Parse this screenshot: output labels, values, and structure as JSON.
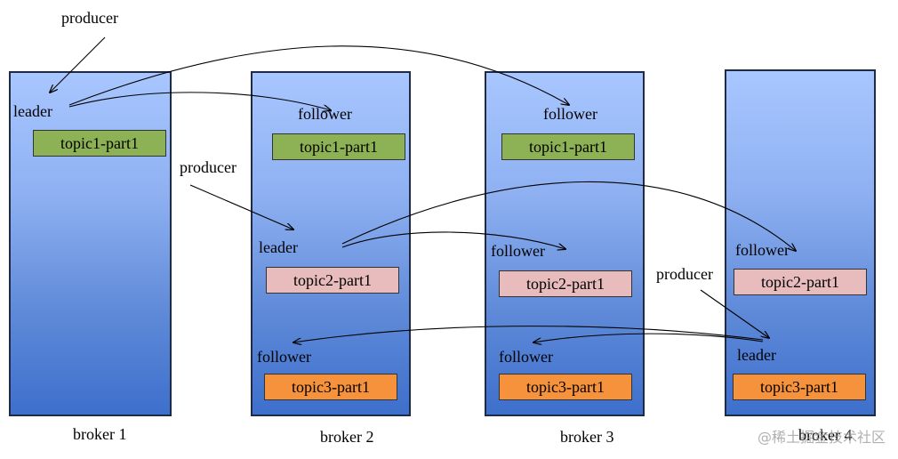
{
  "brokers": [
    {
      "name": "broker 1"
    },
    {
      "name": "broker 2"
    },
    {
      "name": "broker 3"
    },
    {
      "name": "broker 4"
    }
  ],
  "partitions": {
    "topic1": "topic1-part1",
    "topic2": "topic2-part1",
    "topic3": "topic3-part1"
  },
  "roles": {
    "leader": "leader",
    "follower": "follower",
    "producer": "producer"
  },
  "watermark": "@稀土掘金技术社区"
}
